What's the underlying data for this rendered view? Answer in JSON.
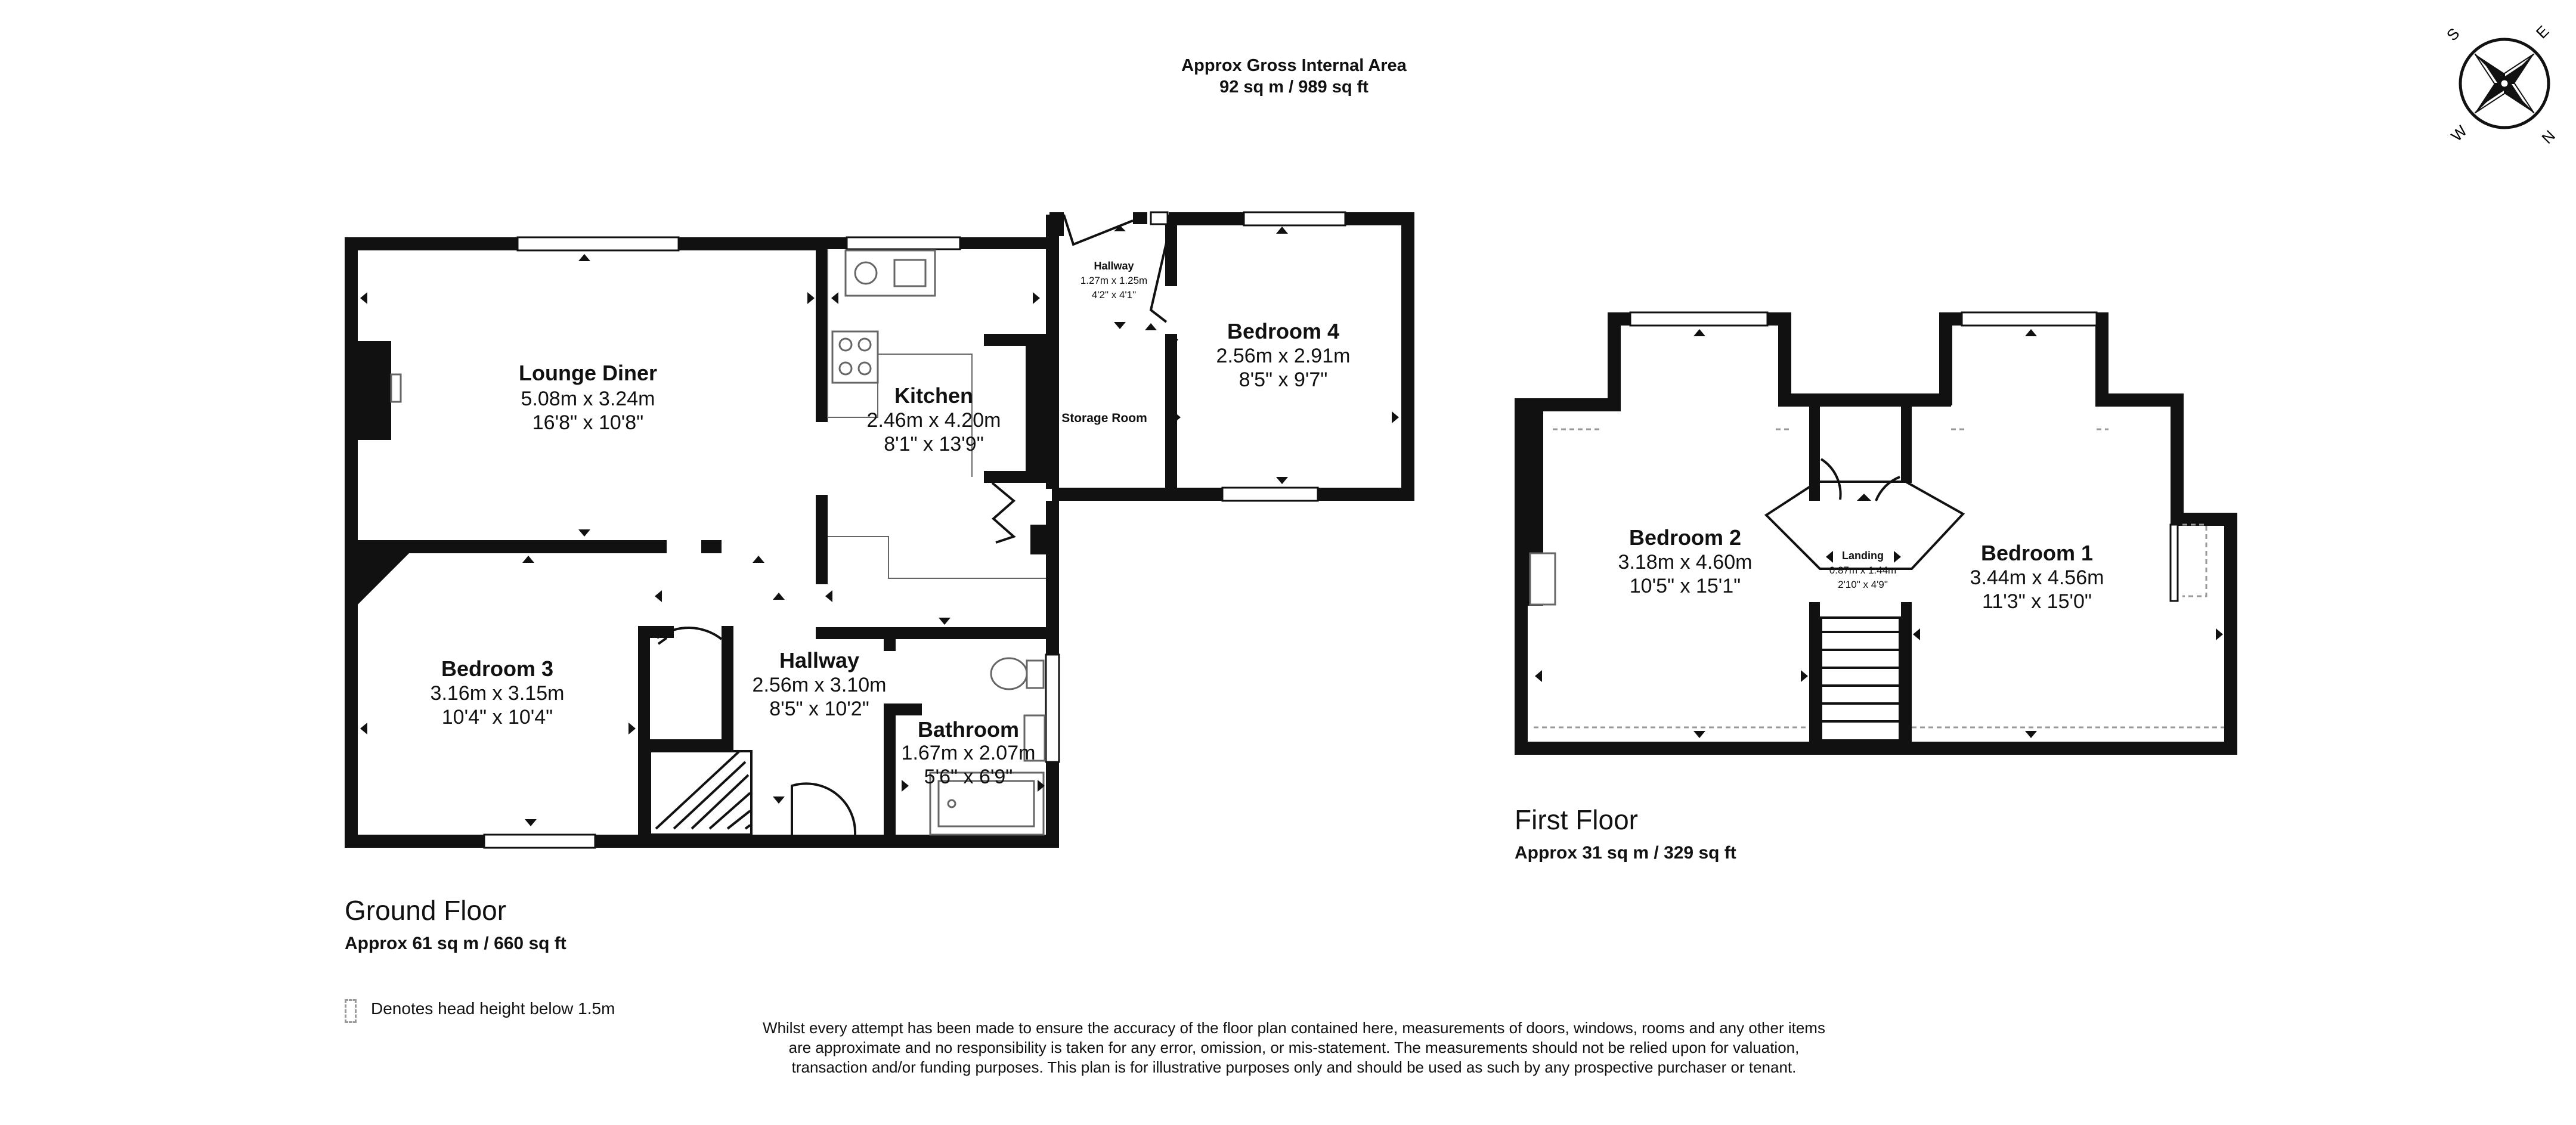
{
  "header": {
    "gross_title": "Approx Gross Internal Area",
    "gross_area": "92 sq m / 989 sq ft"
  },
  "compass": {
    "labels": [
      "S",
      "E",
      "N",
      "W"
    ]
  },
  "ground_floor": {
    "title": "Ground Floor",
    "area": "Approx 61 sq m / 660 sq ft",
    "rooms": {
      "lounge": {
        "name": "Lounge Diner",
        "metric": "5.08m x 3.24m",
        "imperial": "16'8\" x 10'8\""
      },
      "kitchen": {
        "name": "Kitchen",
        "metric": "2.46m x 4.20m",
        "imperial": "8'1\" x 13'9\""
      },
      "hall_small": {
        "name": "Hallway",
        "metric": "1.27m x 1.25m",
        "imperial": "4'2\" x 4'1\""
      },
      "bedroom4": {
        "name": "Bedroom 4",
        "metric": "2.56m x 2.91m",
        "imperial": "8'5\" x 9'7\""
      },
      "storage": {
        "name": "Storage Room"
      },
      "bedroom3": {
        "name": "Bedroom 3",
        "metric": "3.16m x 3.15m",
        "imperial": "10'4\" x 10'4\""
      },
      "hallway": {
        "name": "Hallway",
        "metric": "2.56m x 3.10m",
        "imperial": "8'5\" x 10'2\""
      },
      "bathroom": {
        "name": "Bathroom",
        "metric": "1.67m x 2.07m",
        "imperial": "5'6\" x 6'9\""
      }
    }
  },
  "first_floor": {
    "title": "First Floor",
    "area": "Approx 31 sq m / 329 sq ft",
    "rooms": {
      "bedroom2": {
        "name": "Bedroom 2",
        "metric": "3.18m x 4.60m",
        "imperial": "10'5\" x 15'1\""
      },
      "landing": {
        "name": "Landing",
        "metric": "0.87m x 1.44m",
        "imperial": "2'10\" x 4'9\""
      },
      "bedroom1": {
        "name": "Bedroom 1",
        "metric": "3.44m x 4.56m",
        "imperial": "11'3\" x 15'0\""
      }
    }
  },
  "legend": {
    "text": "Denotes head height below 1.5m"
  },
  "disclaimer": "Whilst every attempt has been made to ensure the accuracy of the floor plan contained here, measurements of doors, windows, rooms and any other items are approximate and no responsibility is taken for any error, omission, or mis-statement. The measurements should not be relied upon for valuation, transaction and/or funding purposes. This plan is for illustrative purposes only and should be used as such by any prospective purchaser or tenant."
}
